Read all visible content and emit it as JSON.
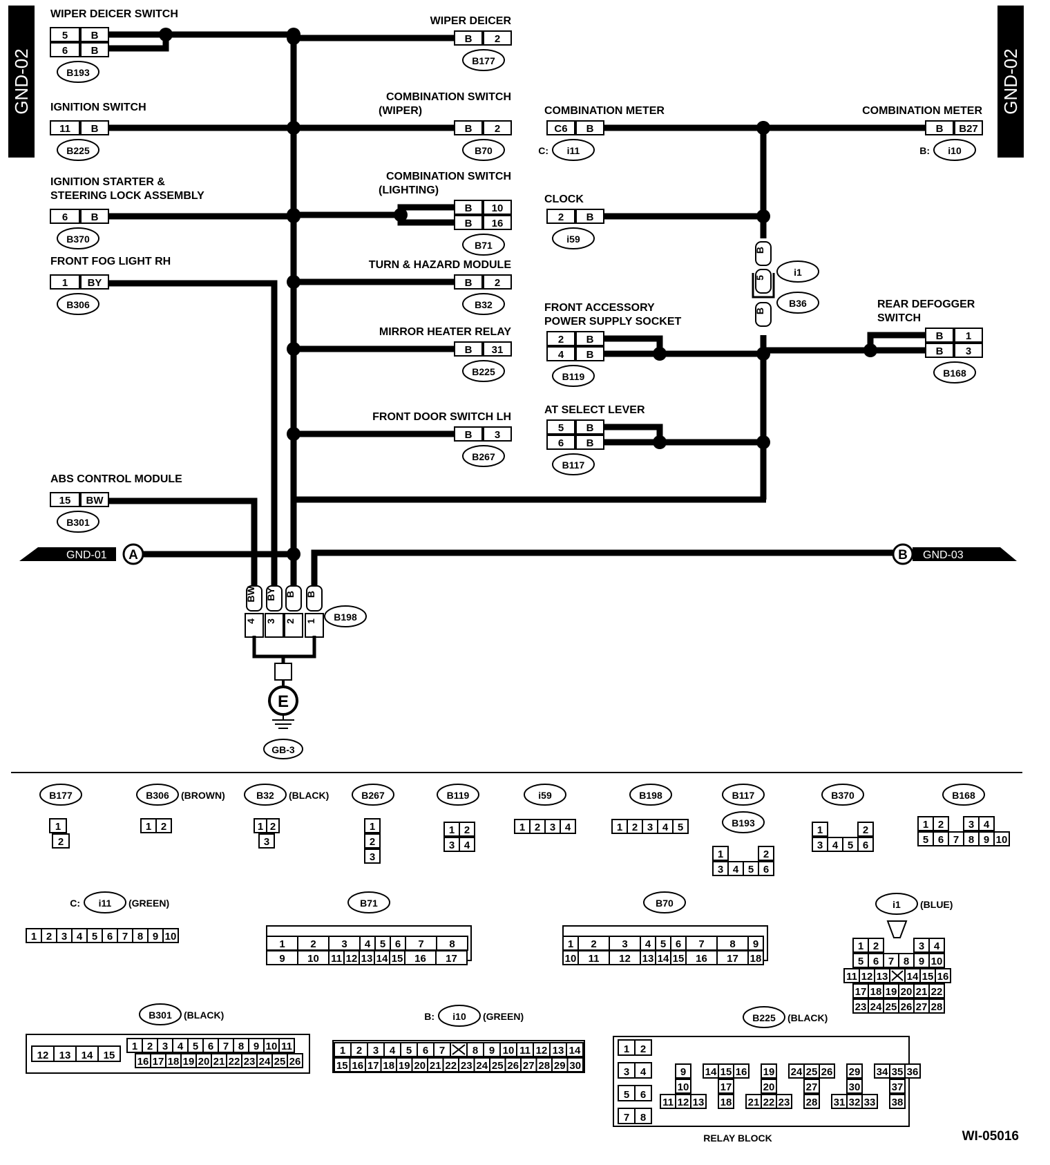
{
  "tabs": {
    "left": "GND-02",
    "right": "GND-02"
  },
  "left_column": [
    {
      "name": "WIPER DEICER SWITCH",
      "pins": [
        [
          "5",
          "B"
        ],
        [
          "6",
          "B"
        ]
      ],
      "conn": "B193"
    },
    {
      "name": "IGNITION SWITCH",
      "pins": [
        [
          "11",
          "B"
        ]
      ],
      "conn": "B225"
    },
    {
      "name": "IGNITION STARTER &",
      "name2": "STEERING LOCK ASSEMBLY",
      "pins": [
        [
          "6",
          "B"
        ]
      ],
      "conn": "B370"
    },
    {
      "name": "FRONT FOG LIGHT RH",
      "pins": [
        [
          "1",
          "BY"
        ]
      ],
      "conn": "B306"
    },
    {
      "name": "ABS CONTROL MODULE",
      "pins": [
        [
          "15",
          "BW"
        ]
      ],
      "conn": "B301"
    }
  ],
  "mid_column": [
    {
      "name": "WIPER DEICER",
      "pins": [
        [
          "B",
          "2"
        ]
      ],
      "conn": "B177"
    },
    {
      "name": "COMBINATION SWITCH",
      "name2": "(WIPER)",
      "pins": [
        [
          "B",
          "2"
        ]
      ],
      "conn": "B70"
    },
    {
      "name": "COMBINATION SWITCH",
      "name2": "(LIGHTING)",
      "pins": [
        [
          "B",
          "10"
        ],
        [
          "B",
          "16"
        ]
      ],
      "conn": "B71"
    },
    {
      "name": "TURN & HAZARD MODULE",
      "pins": [
        [
          "B",
          "2"
        ]
      ],
      "conn": "B32"
    },
    {
      "name": "MIRROR HEATER RELAY",
      "pins": [
        [
          "B",
          "31"
        ]
      ],
      "conn": "B225"
    },
    {
      "name": "FRONT DOOR SWITCH LH",
      "pins": [
        [
          "B",
          "3"
        ]
      ],
      "conn": "B267"
    }
  ],
  "right_left": [
    {
      "name": "COMBINATION METER",
      "pins": [
        [
          "C6",
          "B"
        ]
      ],
      "conn": "i11",
      "prefix": "C:"
    },
    {
      "name": "CLOCK",
      "pins": [
        [
          "2",
          "B"
        ]
      ],
      "conn": "i59"
    },
    {
      "name": "FRONT ACCESSORY",
      "name2": "POWER SUPPLY SOCKET",
      "pins": [
        [
          "2",
          "B"
        ],
        [
          "4",
          "B"
        ]
      ],
      "conn": "B119"
    },
    {
      "name": "AT SELECT LEVER",
      "pins": [
        [
          "5",
          "B"
        ],
        [
          "6",
          "B"
        ]
      ],
      "conn": "B117"
    }
  ],
  "right_right": [
    {
      "name": "COMBINATION METER",
      "pins": [
        [
          "B",
          "B27"
        ]
      ],
      "conn": "i10",
      "prefix": "B:"
    },
    {
      "name": "REAR DEFOGGER",
      "name2": "SWITCH",
      "pins": [
        [
          "B",
          "1"
        ],
        [
          "B",
          "3"
        ]
      ],
      "conn": "B168"
    }
  ],
  "inline_connector": {
    "pins": [
      "B",
      "5",
      "B"
    ],
    "labels": [
      "i1",
      "B36"
    ]
  },
  "ground_lines": {
    "left": "GND-01",
    "left_mark": "A",
    "right": "GND-03",
    "right_mark": "B"
  },
  "ground_connector": {
    "conn": "B198",
    "colors": [
      "BW",
      "BY",
      "B",
      "B"
    ],
    "pins": [
      "4",
      "3",
      "2",
      "1"
    ]
  },
  "ground_point": {
    "mark": "E",
    "id": "GB-3"
  },
  "legend": {
    "row1": [
      {
        "id": "B177",
        "note": "",
        "pins": [
          "1",
          "2"
        ]
      },
      {
        "id": "B306",
        "note": "(BROWN)",
        "pins": [
          "1",
          "2"
        ]
      },
      {
        "id": "B32",
        "note": "(BLACK)",
        "pins": [
          "1",
          "2",
          "3"
        ]
      },
      {
        "id": "B267",
        "note": "",
        "pins": [
          "1",
          "2",
          "3"
        ]
      },
      {
        "id": "B119",
        "note": "",
        "pins": [
          "1",
          "2",
          "3",
          "4"
        ]
      },
      {
        "id": "i59",
        "note": "",
        "pins": [
          "1",
          "2",
          "3",
          "4"
        ]
      },
      {
        "id": "B198",
        "note": "",
        "pins": [
          "1",
          "2",
          "3",
          "4",
          "5"
        ]
      },
      {
        "id": "B117",
        "note": "",
        "pins": [
          "1",
          "2",
          "3",
          "4",
          "5",
          "6"
        ]
      },
      {
        "id": "B193",
        "note": "",
        "pins": []
      },
      {
        "id": "B370",
        "note": "",
        "pins": [
          "1",
          "2",
          "3",
          "4",
          "5",
          "6"
        ]
      },
      {
        "id": "B168",
        "note": "",
        "pins": [
          "1",
          "2",
          "3",
          "4",
          "5",
          "6",
          "7",
          "8",
          "9",
          "10"
        ]
      }
    ],
    "row2": [
      {
        "id": "i11",
        "prefix": "C:",
        "note": "(GREEN)",
        "pins": [
          "1",
          "2",
          "3",
          "4",
          "5",
          "6",
          "7",
          "8",
          "9",
          "10"
        ]
      },
      {
        "id": "B71",
        "note": "",
        "top": [
          "1",
          "2",
          "3",
          "4",
          "5",
          "6",
          "7",
          "8"
        ],
        "bottom": [
          "9",
          "10",
          "11",
          "12",
          "13",
          "14",
          "15",
          "16",
          "17"
        ]
      },
      {
        "id": "B70",
        "note": "",
        "top": [
          "1",
          "2",
          "3",
          "4",
          "5",
          "6",
          "7",
          "8",
          "9"
        ],
        "bottom": [
          "10",
          "11",
          "12",
          "13",
          "14",
          "15",
          "16",
          "17",
          "18"
        ]
      },
      {
        "id": "i1",
        "note": "(BLUE)",
        "rows": [
          [
            "1",
            "2",
            "",
            "",
            "3",
            "4"
          ],
          [
            "5",
            "6",
            "7",
            "8",
            "9",
            "10"
          ],
          [
            "11",
            "12",
            "13",
            "X",
            "14",
            "15",
            "16"
          ],
          [
            "17",
            "18",
            "19",
            "20",
            "21",
            "22"
          ],
          [
            "23",
            "24",
            "25",
            "26",
            "27",
            "28"
          ]
        ]
      }
    ],
    "row3": [
      {
        "id": "B301",
        "note": "(BLACK)",
        "left": [
          "12",
          "13",
          "14",
          "15"
        ],
        "top": [
          "1",
          "2",
          "3",
          "4",
          "5",
          "6",
          "7",
          "8",
          "9",
          "10",
          "11"
        ],
        "bottom": [
          "16",
          "17",
          "18",
          "19",
          "20",
          "21",
          "22",
          "23",
          "24",
          "25",
          "26"
        ]
      },
      {
        "id": "i10",
        "prefix": "B:",
        "note": "(GREEN)",
        "top": [
          "1",
          "2",
          "3",
          "4",
          "5",
          "6",
          "7",
          "X",
          "8",
          "9",
          "10",
          "11",
          "12",
          "13",
          "14"
        ],
        "bottom": [
          "15",
          "16",
          "17",
          "18",
          "19",
          "20",
          "21",
          "22",
          "23",
          "24",
          "25",
          "26",
          "27",
          "28",
          "29",
          "30"
        ]
      },
      {
        "id": "B225",
        "note": "(BLACK)",
        "caption": "RELAY BLOCK"
      }
    ],
    "relay_block": [
      [
        "1",
        "2"
      ],
      [
        "3",
        "4"
      ],
      [
        "5",
        "6"
      ],
      [
        "7",
        "8"
      ]
    ],
    "relay_groups": [
      {
        "pins": [
          [
            "9"
          ],
          [
            "10"
          ],
          [
            "11",
            "12",
            "13"
          ]
        ]
      },
      {
        "pins": [
          [
            "14",
            "15",
            "16"
          ],
          [
            "17"
          ],
          [
            "18"
          ]
        ]
      },
      {
        "pins": [
          [
            "19"
          ],
          [
            "20"
          ],
          [
            "21",
            "22",
            "23"
          ]
        ]
      },
      {
        "pins": [
          [
            "24",
            "25",
            "26"
          ],
          [
            "27"
          ],
          [
            "28"
          ]
        ]
      },
      {
        "pins": [
          [
            "29"
          ],
          [
            "30"
          ],
          [
            "31",
            "32",
            "33"
          ]
        ]
      },
      {
        "pins": [
          [
            "34",
            "35",
            "36"
          ],
          [
            "37"
          ],
          [
            "38"
          ]
        ]
      }
    ]
  },
  "figure_id": "WI-05016"
}
